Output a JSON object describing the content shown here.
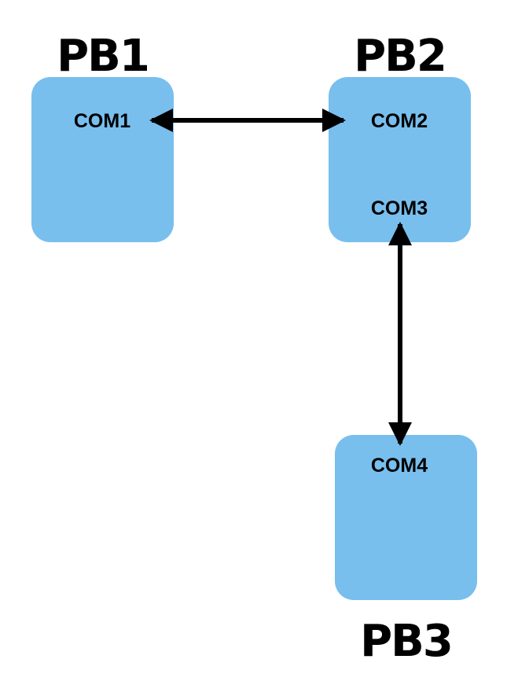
{
  "colors": {
    "box_fill": "#78bfee",
    "text": "#000000",
    "arrow": "#000000",
    "background": "#ffffff"
  },
  "boxes": [
    {
      "id": "pb1",
      "title": "PB1",
      "ports": [
        "COM1"
      ]
    },
    {
      "id": "pb2",
      "title": "PB2",
      "ports": [
        "COM2",
        "COM3"
      ]
    },
    {
      "id": "pb3",
      "title": "PB3",
      "ports": [
        "COM4"
      ]
    }
  ],
  "links": [
    {
      "from": "COM1",
      "to": "COM2",
      "direction": "bidirectional"
    },
    {
      "from": "COM3",
      "to": "COM4",
      "direction": "bidirectional"
    }
  ]
}
